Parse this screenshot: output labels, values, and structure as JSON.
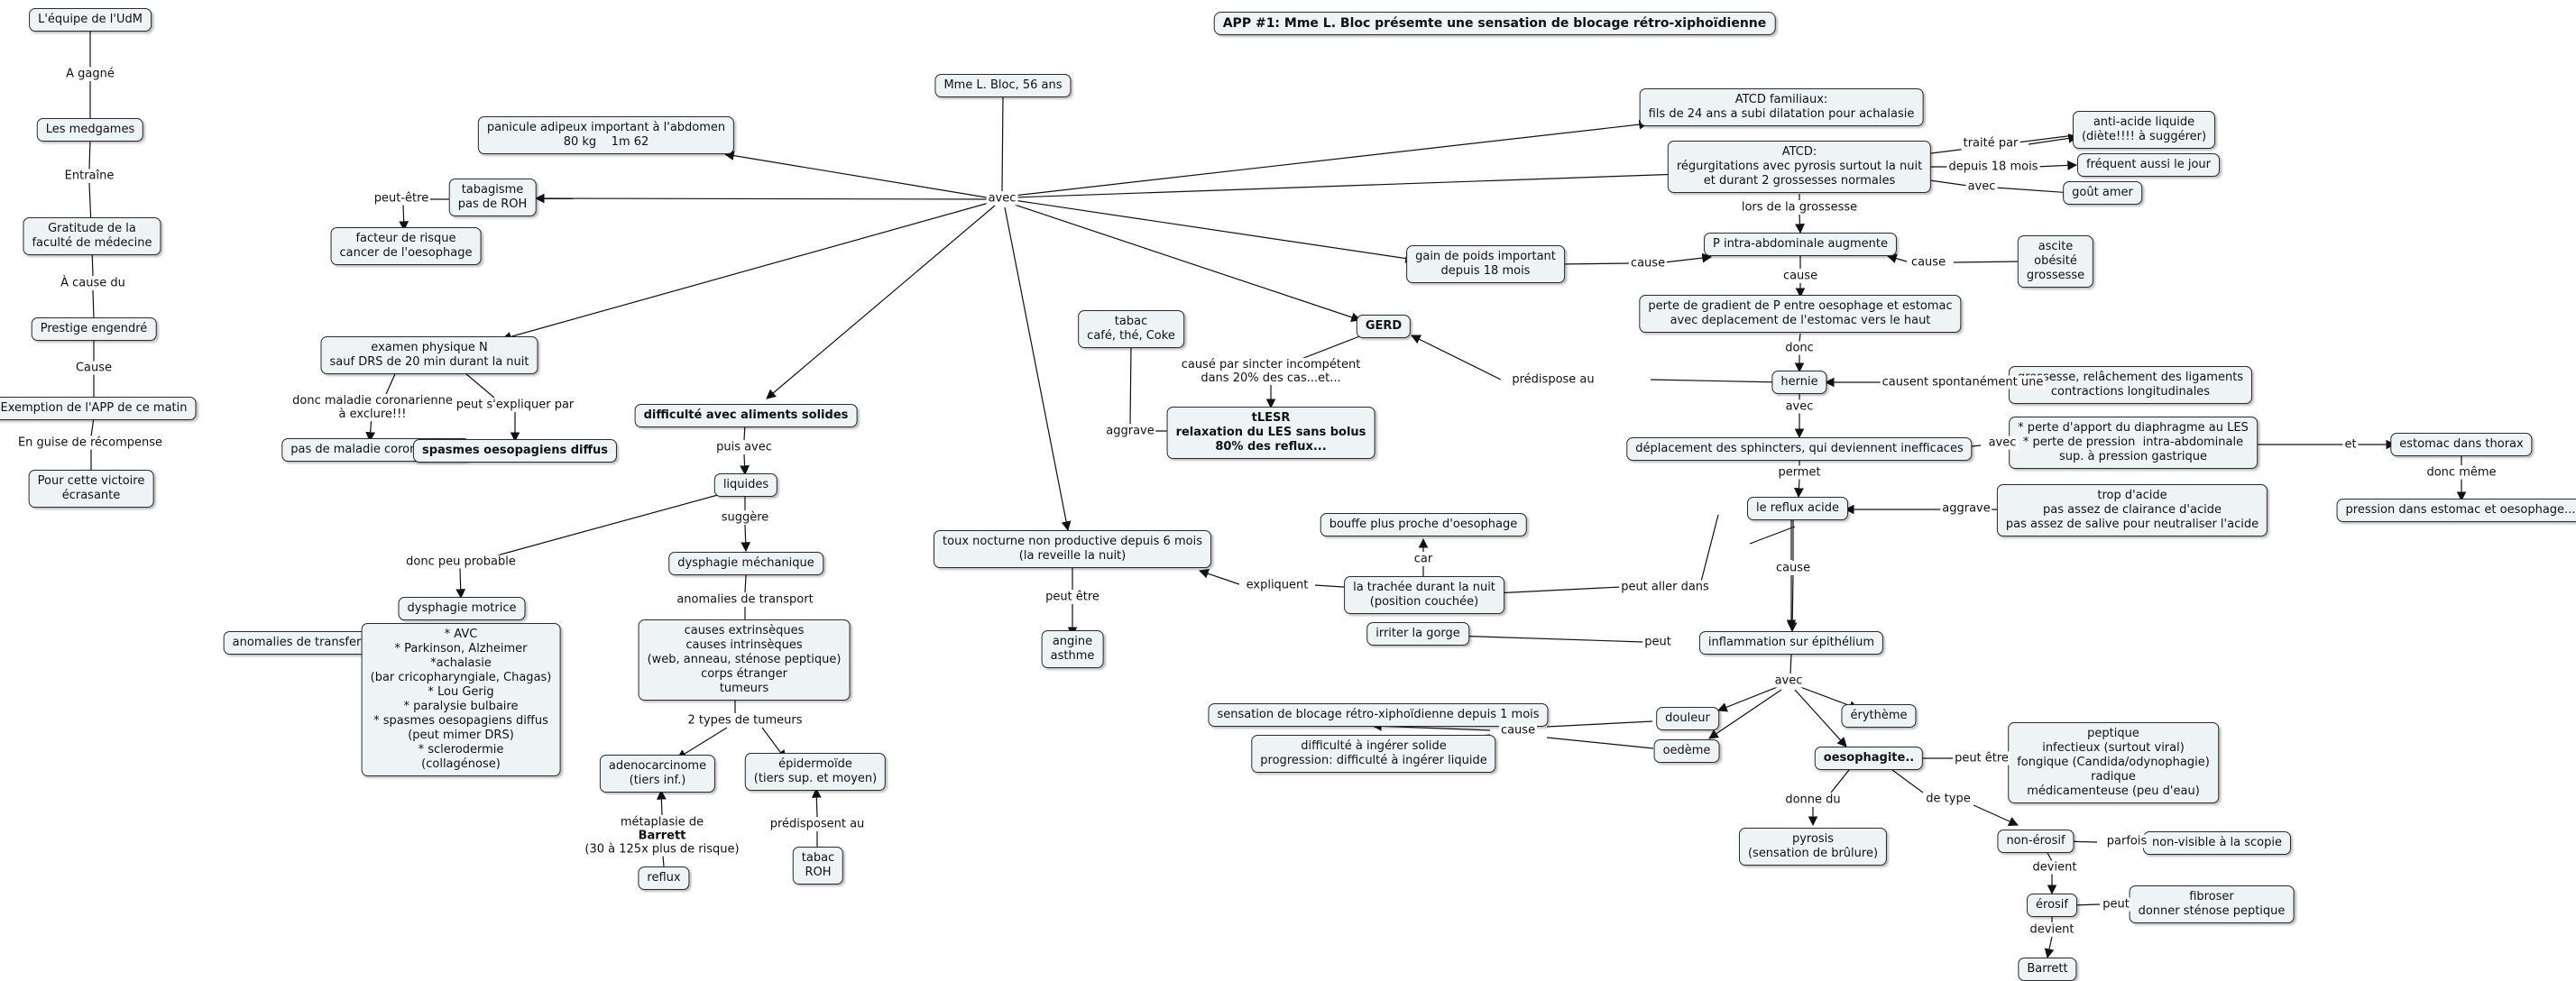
{
  "title": "APP #1: Mme L. Bloc présemte une sensation de blocage rétro-xiphoïdienne",
  "nodes": [
    {
      "id": "equipe",
      "text": "L'équipe de l'UdM"
    },
    {
      "id": "medgames",
      "text": "Les medgames"
    },
    {
      "id": "gratitude",
      "text": "Gratitude de la\nfaculté de médecine"
    },
    {
      "id": "prestige",
      "text": "Prestige engendré"
    },
    {
      "id": "exemption",
      "text": "Exemption de l'APP de ce matin"
    },
    {
      "id": "victoire",
      "text": "Pour cette victoire\nécrasante"
    },
    {
      "id": "mme",
      "text": "Mme L. Bloc, 56 ans"
    },
    {
      "id": "panicule",
      "text": "panicule adipeux important à l'abdomen\n80 kg    1m 62"
    },
    {
      "id": "tabagisme",
      "text": "tabagisme\npas de ROH"
    },
    {
      "id": "facteur",
      "text": "facteur de risque\ncancer de l'oesophage"
    },
    {
      "id": "examen",
      "text": "examen physique N\nsauf DRS de 20 min durant la nuit"
    },
    {
      "id": "pasmaladie",
      "text": "pas de maladie coronarienne"
    },
    {
      "id": "spasmes",
      "text": "spasmes oesopagiens diffus"
    },
    {
      "id": "difficulte",
      "text": "difficulté avec aliments solides"
    },
    {
      "id": "liquides",
      "text": "liquides"
    },
    {
      "id": "dysmotrice",
      "text": "dysphagie motrice"
    },
    {
      "id": "anomtransfer",
      "text": "anomalies de transfer"
    },
    {
      "id": "avclist",
      "text": "* AVC\n* Parkinson, Alzheimer\n*achalasie\n(bar cricopharyngiale, Chagas)\n* Lou Gerig\n* paralysie bulbaire\n* spasmes oesopagiens diffus\n(peut mimer DRS)\n* sclerodermie\n(collagénose)"
    },
    {
      "id": "dysmeca",
      "text": "dysphagie méchanique"
    },
    {
      "id": "causes",
      "text": "causes extrinsèques\ncauses intrinsèques\n(web, anneau, sténose peptique)\ncorps étranger\ntumeurs"
    },
    {
      "id": "adeno",
      "text": "adenocarcinome\n(tiers inf.)"
    },
    {
      "id": "epider",
      "text": "épidermoïde\n(tiers sup. et moyen)"
    },
    {
      "id": "reflux",
      "text": "reflux"
    },
    {
      "id": "tabacroh",
      "text": "tabac\nROH"
    },
    {
      "id": "toux",
      "text": "toux nocturne non productive depuis 6 mois\n(la reveille la nuit)"
    },
    {
      "id": "angine",
      "text": "angine\nasthme"
    },
    {
      "id": "tabaccafe",
      "text": "tabac\ncafé, thé, Coke"
    },
    {
      "id": "gerd",
      "text": "GERD"
    },
    {
      "id": "tlesr",
      "text": "tLESR\nrelaxation du LES sans bolus\n80% des reflux..."
    },
    {
      "id": "bouffe",
      "text": "bouffe plus proche d'oesophage"
    },
    {
      "id": "trachee",
      "text": "la trachée durant la nuit\n(position couchée)"
    },
    {
      "id": "irriter",
      "text": "irriter la gorge"
    },
    {
      "id": "sensation",
      "text": "sensation de blocage rétro-xiphoïdienne depuis 1 mois"
    },
    {
      "id": "diffingerer",
      "text": "difficulté à ingérer solide\nprogression: difficulté à ingérer liquide"
    },
    {
      "id": "atcdfam",
      "text": "ATCD familiaux:\nfils de 24 ans a subi dilatation pour achalasie"
    },
    {
      "id": "atcd",
      "text": "ATCD:\nrégurgitations avec pyrosis surtout la nuit\net durant 2 grossesses normales"
    },
    {
      "id": "antiacide",
      "text": "anti-acide liquide\n(diète!!!! à suggérer)"
    },
    {
      "id": "frequent",
      "text": "fréquent aussi le jour"
    },
    {
      "id": "gout",
      "text": "goût amer"
    },
    {
      "id": "gainpoids",
      "text": "gain de poids important\ndepuis 18 mois"
    },
    {
      "id": "pintra",
      "text": "P intra-abdominale augmente"
    },
    {
      "id": "ascite",
      "text": "ascite\nobésité\ngrossesse"
    },
    {
      "id": "perte",
      "text": "perte de gradient de P entre oesophage et estomac\navec deplacement de l'estomac vers le haut"
    },
    {
      "id": "hernie",
      "text": "hernie"
    },
    {
      "id": "grossesse",
      "text": "grossesse, relâchement des ligaments\ncontractions longitudinales"
    },
    {
      "id": "deplacement",
      "text": "déplacement des sphincters, qui deviennent inefficaces"
    },
    {
      "id": "pertediaph",
      "text": "* perte d'apport du diaphragme au LES\n* perte de pression  intra-abdominale\nsup. à pression gastrique"
    },
    {
      "id": "estomacthorax",
      "text": "estomac dans thorax"
    },
    {
      "id": "pression",
      "text": "pression dans estomac et oesophage..."
    },
    {
      "id": "refluxacide",
      "text": "le reflux acide"
    },
    {
      "id": "tropacide",
      "text": "trop d'acide\npas assez de clairance d'acide\npas assez de salive pour neutraliser l'acide"
    },
    {
      "id": "inflammation",
      "text": "inflammation sur épithélium"
    },
    {
      "id": "douleur",
      "text": "douleur"
    },
    {
      "id": "oedeme",
      "text": "oedème"
    },
    {
      "id": "erytheme",
      "text": "érythème"
    },
    {
      "id": "oesophagite",
      "text": "oesophagite.."
    },
    {
      "id": "peptique",
      "text": "peptique\ninfectieux (surtout viral)\nfongique (Candida/odynophagie)\nradique\nmédicamenteuse (peu d'eau)"
    },
    {
      "id": "pyrosis",
      "text": "pyrosis\n(sensation de brûlure)"
    },
    {
      "id": "nonerosif",
      "text": "non-érosif"
    },
    {
      "id": "nonvisible",
      "text": "non-visible à la scopie"
    },
    {
      "id": "erosif",
      "text": "érosif"
    },
    {
      "id": "fibroser",
      "text": "fibroser\ndonner sténose peptique"
    },
    {
      "id": "barrett",
      "text": "Barrett"
    }
  ],
  "labels": [
    {
      "id": "agagne",
      "text": "A gagné"
    },
    {
      "id": "entraine",
      "text": "Entraîne"
    },
    {
      "id": "acause",
      "text": "À cause du"
    },
    {
      "id": "cause1",
      "text": "Cause"
    },
    {
      "id": "enguise",
      "text": "En guise de récompense"
    },
    {
      "id": "avec",
      "text": "avec"
    },
    {
      "id": "peutetre1",
      "text": "peut-être"
    },
    {
      "id": "doncmaladie",
      "text": "donc maladie coronarienne\nà exclure!!!"
    },
    {
      "id": "peutexpl",
      "text": "peut s'expliquer par"
    },
    {
      "id": "puisavec",
      "text": "puis avec"
    },
    {
      "id": "suggere",
      "text": "suggère"
    },
    {
      "id": "doncpeu",
      "text": "donc peu probable"
    },
    {
      "id": "anomtransport",
      "text": "anomalies de transport"
    },
    {
      "id": "deuxtypes",
      "text": "2 types de tumeurs"
    },
    {
      "id": "metaplasie",
      "text": "métaplasie de\nBarrett\n(30 à 125x plus de risque)",
      "bold": "Barrett"
    },
    {
      "id": "predisp1",
      "text": "prédisposent au"
    },
    {
      "id": "peutetre2",
      "text": "peut être"
    },
    {
      "id": "aggrave1",
      "text": "aggrave"
    },
    {
      "id": "causepar",
      "text": "causé par sincter incompétent\ndans 20% des cas...et..."
    },
    {
      "id": "predisp2",
      "text": "prédispose au"
    },
    {
      "id": "car",
      "text": "car"
    },
    {
      "id": "expliquent",
      "text": "expliquent"
    },
    {
      "id": "peutaller",
      "text": "peut aller dans"
    },
    {
      "id": "peut1",
      "text": "peut"
    },
    {
      "id": "cause2",
      "text": "cause"
    },
    {
      "id": "traitepar",
      "text": "traité par"
    },
    {
      "id": "depuis18",
      "text": "depuis 18 mois"
    },
    {
      "id": "avec2",
      "text": "avec"
    },
    {
      "id": "lorsde",
      "text": "lors de la grossesse"
    },
    {
      "id": "cause3",
      "text": "cause"
    },
    {
      "id": "cause4",
      "text": "cause"
    },
    {
      "id": "cause5",
      "text": "cause"
    },
    {
      "id": "donc1",
      "text": "donc"
    },
    {
      "id": "causespont",
      "text": "causent spontanément une"
    },
    {
      "id": "avec3",
      "text": "avec"
    },
    {
      "id": "avec4",
      "text": "avec"
    },
    {
      "id": "et",
      "text": "et"
    },
    {
      "id": "doncmeme",
      "text": "donc même"
    },
    {
      "id": "permet",
      "text": "permet"
    },
    {
      "id": "aggrave2",
      "text": "aggrave"
    },
    {
      "id": "cause6",
      "text": "cause"
    },
    {
      "id": "avec5",
      "text": "avec"
    },
    {
      "id": "peutetre3",
      "text": "peut être"
    },
    {
      "id": "doncdu",
      "text": "donne du"
    },
    {
      "id": "detype",
      "text": "de type"
    },
    {
      "id": "parfois",
      "text": "parfois"
    },
    {
      "id": "devient1",
      "text": "devient"
    },
    {
      "id": "peut2",
      "text": "peut"
    },
    {
      "id": "devient2",
      "text": "devient"
    }
  ],
  "colors": {
    "node_fill": "#eef3f5",
    "node_border": "#2a2a2a",
    "line": "#111111"
  }
}
